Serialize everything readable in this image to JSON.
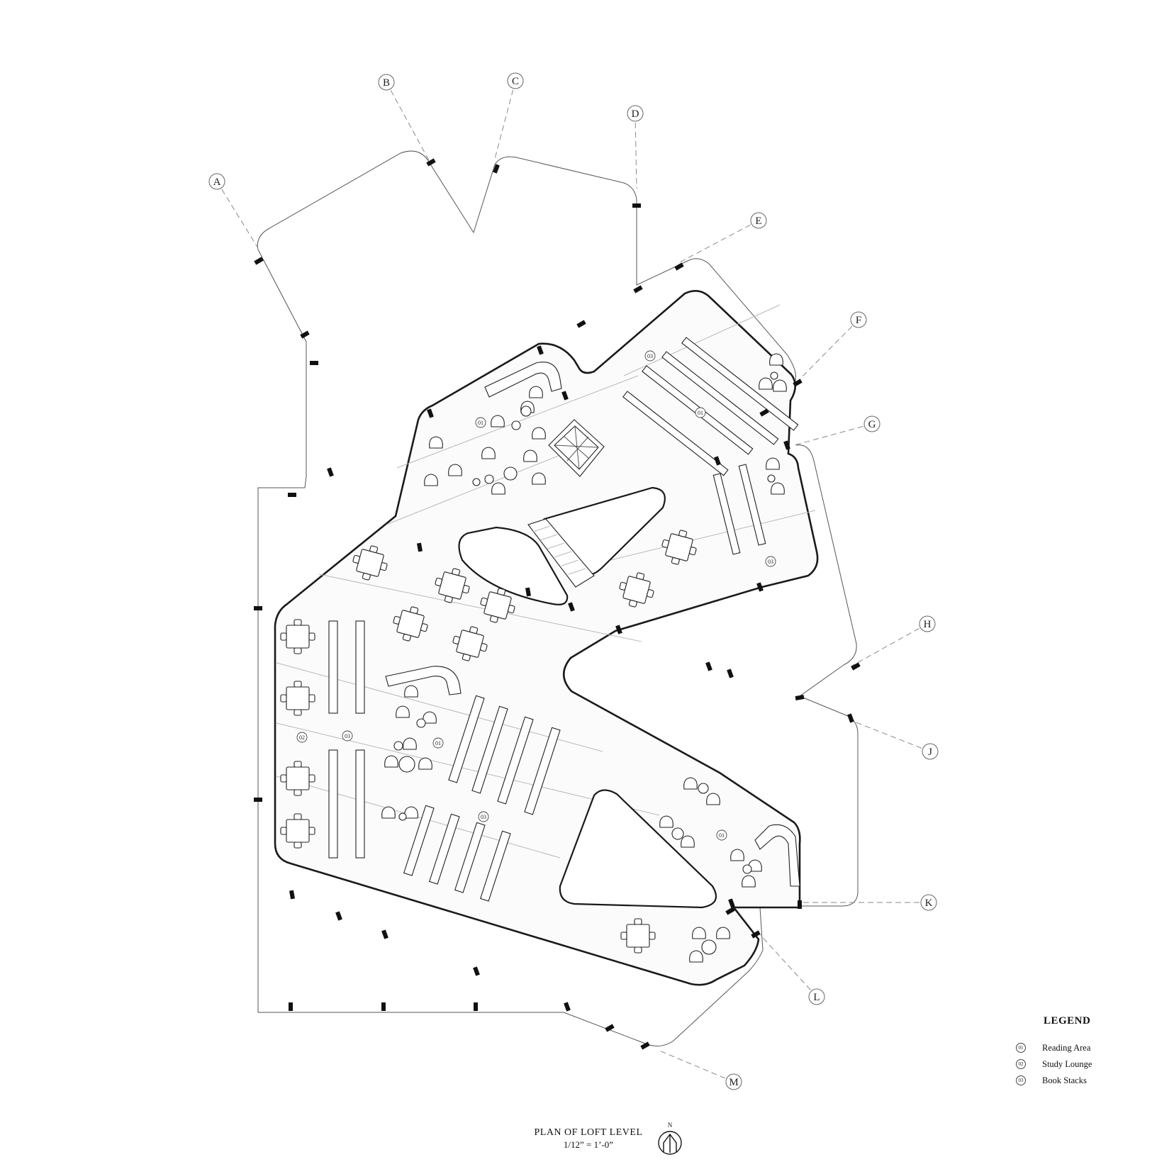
{
  "drawing": {
    "title": "PLAN OF LOFT LEVEL",
    "scale": "1/12” = 1’-0”",
    "north_label": "N",
    "north_icon": "north-arrow-icon"
  },
  "legend": {
    "title": "LEGEND",
    "items": [
      {
        "num": "01",
        "label": "Reading Area"
      },
      {
        "num": "02",
        "label": "Study Lounge"
      },
      {
        "num": "03",
        "label": "Book Stacks"
      }
    ]
  },
  "grid_lines": [
    "A",
    "B",
    "C",
    "D",
    "E",
    "F",
    "G",
    "H",
    "J",
    "K",
    "L",
    "M"
  ],
  "room_tags": [
    "01",
    "01",
    "01",
    "01",
    "02",
    "03",
    "03",
    "03",
    "03"
  ]
}
